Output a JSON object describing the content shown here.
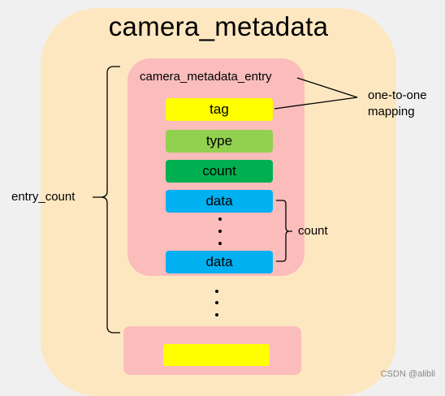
{
  "diagram": {
    "title": "camera_metadata",
    "entry_label": "camera_metadata_entry",
    "fields": {
      "tag": "tag",
      "type": "type",
      "count": "count",
      "data_first": "data",
      "data_last": "data"
    },
    "mapping_label_line1": "one-to-one",
    "mapping_label_line2": "mapping",
    "data_count_label": "count",
    "entry_count_label": "entry_count",
    "watermark": "CSDN @alibli"
  },
  "colors": {
    "background": "#f0f0f0",
    "container": "#fde7c0",
    "entry": "#fbbcbc",
    "tag": "#ffff00",
    "type": "#92d050",
    "count": "#00b050",
    "data": "#00b0f0"
  }
}
